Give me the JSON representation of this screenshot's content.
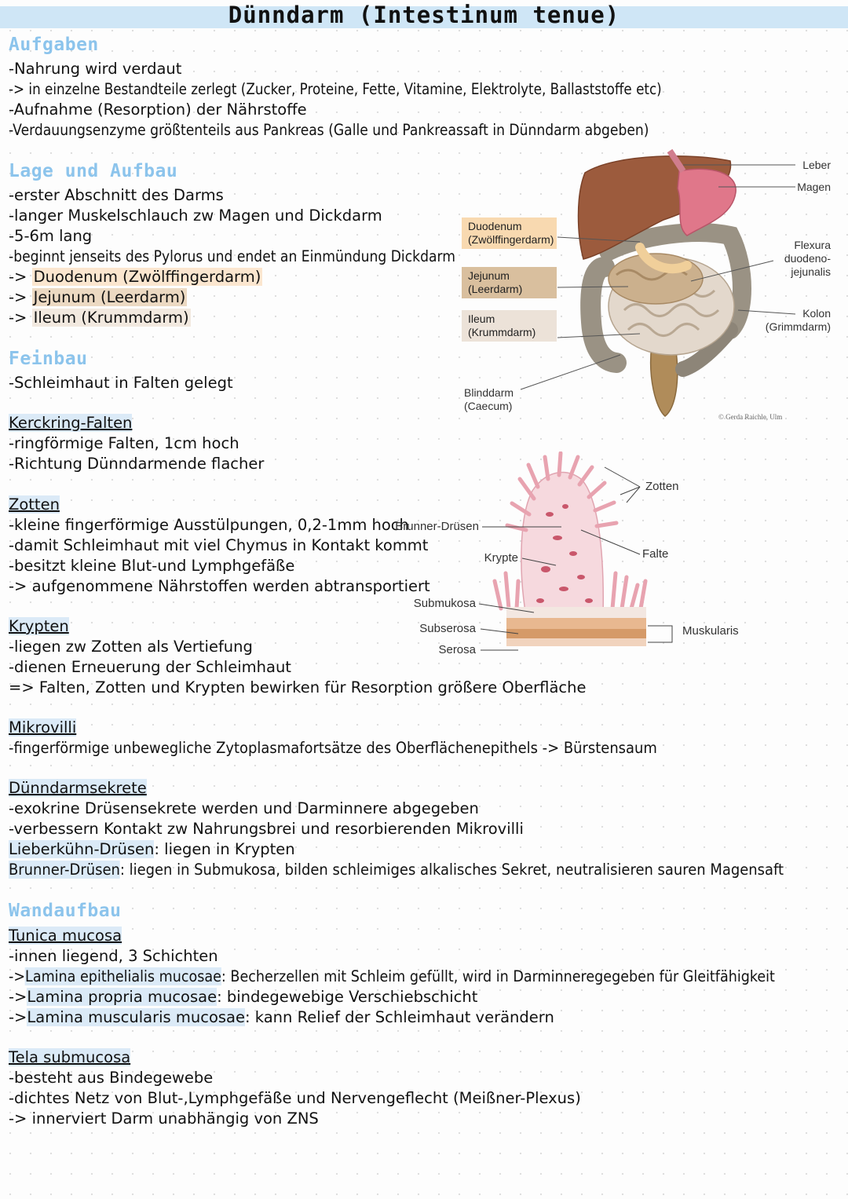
{
  "title": "Dünndarm (Intestinum tenue)",
  "sections": {
    "aufgaben": {
      "heading": "Aufgaben",
      "lines": [
        "-Nahrung wird verdaut",
        "-> in einzelne Bestandteile zerlegt (Zucker, Proteine, Fette, Vitamine, Elektrolyte, Ballaststoffe etc)",
        "-Aufnahme (Resorption) der Nährstoffe",
        "-Verdauungsenzyme größtenteils aus Pankreas (Galle und Pankreassaft in Dünndarm abgeben)"
      ]
    },
    "lage": {
      "heading": "Lage und Aufbau",
      "lines": [
        "-erster Abschnitt des Darms",
        "-langer Muskelschlauch zw Magen und Dickdarm",
        "-5-6m lang",
        "-beginnt jenseits des Pylorus und endet an Einmündung Dickdarm"
      ],
      "parts": [
        {
          "arrow": "-> ",
          "text": "Duodenum (Zwölffingerdarm)"
        },
        {
          "arrow": "-> ",
          "text": "Jejunum (Leerdarm)"
        },
        {
          "arrow": "-> ",
          "text": "Ileum (Krummdarm)"
        }
      ]
    },
    "feinbau": {
      "heading": "Feinbau",
      "lines": [
        "-Schleimhaut in Falten gelegt"
      ]
    },
    "kerckring": {
      "heading": "Kerckring-Falten",
      "lines": [
        "-ringförmige Falten, 1cm hoch",
        "-Richtung Dünndarmende flacher"
      ]
    },
    "zotten": {
      "heading": "Zotten",
      "lines": [
        "-kleine fingerförmige Ausstülpungen, 0,2-1mm hoch",
        "-damit Schleimhaut mit viel Chymus in Kontakt kommt",
        "-besitzt kleine Blut-und Lymphgefäße",
        "-> aufgenommene Nährstoffen werden abtransportiert"
      ]
    },
    "krypten": {
      "heading": "Krypten",
      "lines": [
        "-liegen zw Zotten als Vertiefung",
        "-dienen Erneuerung der Schleimhaut",
        "=> Falten, Zotten und Krypten bewirken für Resorption größere Oberfläche"
      ]
    },
    "mikrovilli": {
      "heading": "Mikrovilli",
      "lines": [
        "-fingerförmige unbewegliche Zytoplasmafortsätze des Oberflächenepithels -> Bürstensaum"
      ]
    },
    "sekrete": {
      "heading": "Dünndarmsekrete",
      "lines": [
        "-exokrine Drüsensekrete werden und Darminnere abgegeben",
        "-verbessern Kontakt zw Nahrungsbrei und resorbierenden Mikrovilli"
      ],
      "glands": [
        {
          "name": "Lieberkühn-Drüsen",
          "desc": ": liegen in Krypten"
        },
        {
          "name": "Brunner-Drüsen",
          "desc": ": liegen in Submukosa, bilden schleimiges alkalisches Sekret, neutralisieren sauren Magensaft"
        }
      ]
    },
    "wandaufbau": {
      "heading": "Wandaufbau",
      "mucosa": {
        "heading": "Tunica mucosa",
        "line": "-innen liegend, 3 Schichten",
        "layers": [
          {
            "arrow": "->",
            "name": "Lamina epithelialis mucosae",
            "desc": ": Becherzellen mit Schleim gefüllt, wird in Darminneregegeben für Gleitfähigkeit"
          },
          {
            "arrow": "->",
            "name": "Lamina propria mucosae",
            "desc": ": bindegewebige Verschiebschicht"
          },
          {
            "arrow": "->",
            "name": "Lamina muscularis mucosae",
            "desc": ": kann Relief der Schleimhaut verändern"
          }
        ]
      },
      "submucosa": {
        "heading": "Tela submucosa",
        "lines": [
          "-besteht aus Bindegewebe",
          "-dichtes Netz von Blut-,Lymphgefäße und Nervengeflecht (Meißner-Plexus)",
          "-> innerviert Darm unabhängig von ZNS"
        ]
      }
    }
  },
  "figure1": {
    "boxes": [
      "Duodenum\n(Zwölffingerdarm)",
      "Jejunum\n(Leerdarm)",
      "Ileum\n(Krummdarm)"
    ],
    "labels": {
      "leber": "Leber",
      "magen": "Magen",
      "flexura": "Flexura\nduodeno-\njejunalis",
      "kolon": "Kolon\n(Grimmdarm)",
      "blinddarm": "Blinddarm\n(Caecum)"
    },
    "copyright": "© Gerda Raichle, Ulm",
    "colors": {
      "duodenum": "#f8d9b0",
      "jejunum": "#d9bf9e",
      "ileum": "#ece2d8"
    }
  },
  "figure2": {
    "labels": {
      "zotten": "Zotten",
      "brunner": "Brunner-Drüsen",
      "krypte": "Krypte",
      "falte": "Falte",
      "submukosa": "Submukosa",
      "subserosa": "Subserosa",
      "serosa": "Serosa",
      "muskularis": "Muskularis"
    }
  }
}
